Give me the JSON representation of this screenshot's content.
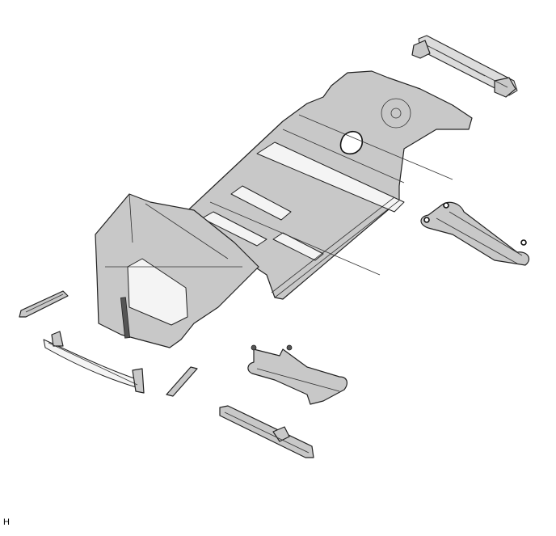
{
  "figure": {
    "label": "H",
    "background": "#ffffff",
    "part_fill_color": "#c8c8c8",
    "outline_color": "#222222"
  },
  "parts": [
    {
      "id": "rear-bumper-reinforcement",
      "icon": "beam-icon"
    },
    {
      "id": "underbody-floor-assembly",
      "icon": "floor-pan-icon"
    },
    {
      "id": "rear-suspension-member",
      "icon": "subframe-icon"
    },
    {
      "id": "front-body-structure",
      "icon": "front-frame-icon"
    },
    {
      "id": "radiator-support",
      "icon": "frame-icon"
    },
    {
      "id": "front-upper-crossmember",
      "icon": "bracket-icon"
    },
    {
      "id": "front-bumper-reinforcement",
      "icon": "beam-icon"
    },
    {
      "id": "radiator-support-brace",
      "icon": "brace-icon"
    },
    {
      "id": "front-suspension-crossmember",
      "icon": "subframe-icon"
    },
    {
      "id": "front-suspension-rear-crossmember",
      "icon": "beam-icon"
    }
  ]
}
